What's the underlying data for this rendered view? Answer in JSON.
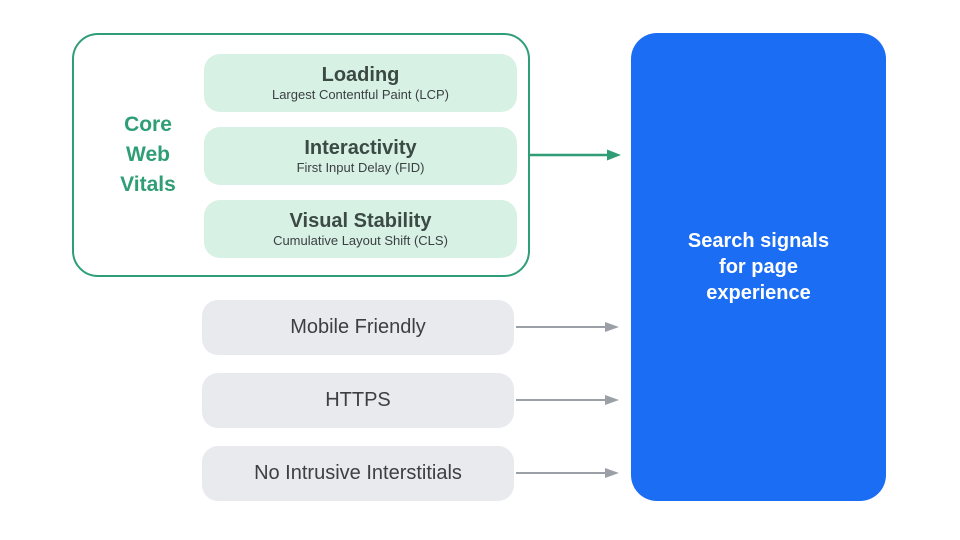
{
  "colors": {
    "green": "#2f9e77",
    "light_green": "#d8f1e5",
    "gray_box": "#e8eaed",
    "arrow_gray": "#9aa0a6",
    "blue": "#1b6ef3",
    "text_dark": "#3c4043",
    "text_white": "#ffffff"
  },
  "core_web_vitals": {
    "label": "Core Web Vitals",
    "label_lines": [
      "Core",
      "Web",
      "Vitals"
    ],
    "items": [
      {
        "title": "Loading",
        "subtitle": "Largest Contentful Paint (LCP)"
      },
      {
        "title": "Interactivity",
        "subtitle": "First Input Delay (FID)"
      },
      {
        "title": "Visual Stability",
        "subtitle": "Cumulative Layout Shift (CLS)"
      }
    ]
  },
  "other_signals": [
    "Mobile Friendly",
    "HTTPS",
    "No Intrusive Interstitials"
  ],
  "result_box": {
    "label": "Search signals for page experience",
    "label_lines": [
      "Search signals",
      "for page",
      "experience"
    ]
  }
}
